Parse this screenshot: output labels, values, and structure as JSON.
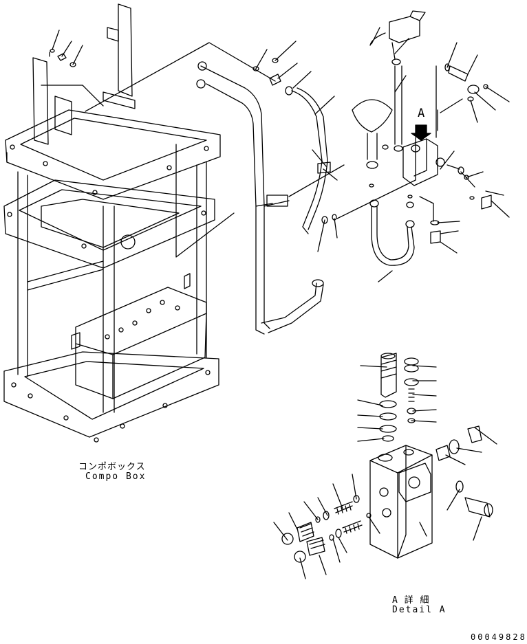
{
  "labels": {
    "compo_box_jp": "コンポボックス",
    "compo_box_en": "Compo Box",
    "detail_a_jp": "A 詳 細",
    "detail_a_en": "Detail A",
    "view_arrow_letter": "A",
    "drawing_code": "00049828"
  }
}
